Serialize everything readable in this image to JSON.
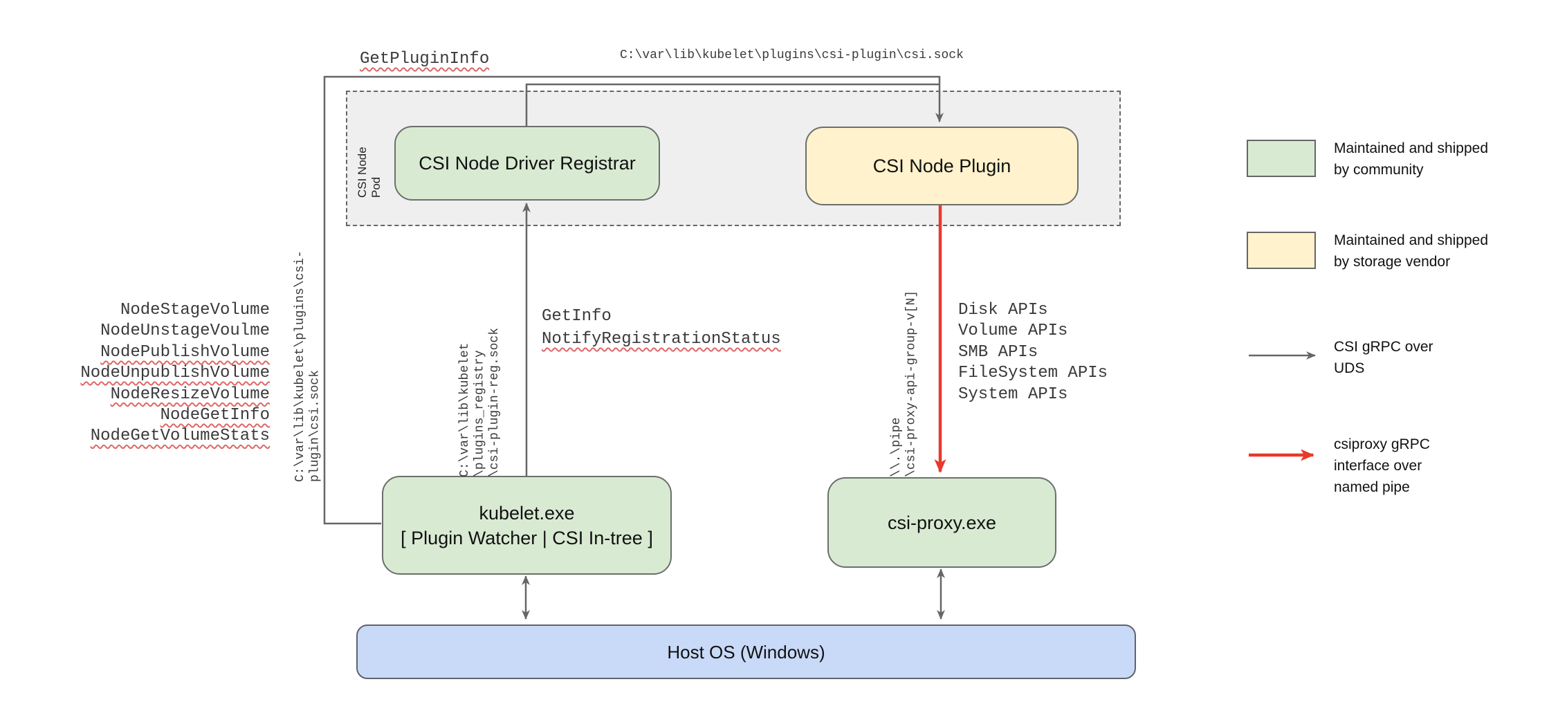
{
  "nodes": {
    "pod": "CSI Node Pod",
    "registrar": "CSI Node Driver Registrar",
    "plugin": "CSI Node Plugin",
    "kubelet": "kubelet.exe\n[ Plugin Watcher | CSI In-tree ]",
    "csi_proxy": "csi-proxy.exe",
    "host_os": "Host OS (Windows)"
  },
  "labels": {
    "get_plugin_info": "GetPluginInfo",
    "csi_sock_top": "C:\\var\\lib\\kubelet\\plugins\\csi-plugin\\csi.sock",
    "csi_sock_left": "C:\\var\\lib\\kubelet\\plugins\\csi-plugin\\csi.sock",
    "reg_sock": "C:\\var\\lib\\kubelet\n\\plugins_registry\n\\csi-plugin-reg.sock",
    "get_info": "GetInfo",
    "notify_registration_status": "NotifyRegistrationStatus",
    "named_pipe": "\\\\.\\pipe\n\\csi-proxy-api-group-v[N]",
    "proxy_apis": "Disk APIs\nVolume APIs\nSMB APIs\nFileSystem APIs\nSystem APIs"
  },
  "rpcs": [
    "NodeStageVolume",
    "NodeUnstageVoulme",
    "NodePublishVolume",
    "NodeUnpublishVolume",
    "NodeResizeVolume",
    "NodeGetInfo",
    "NodeGetVolumeStats"
  ],
  "legend": {
    "community": "Maintained and shipped\nby community",
    "vendor": "Maintained and shipped\nby storage vendor",
    "uds": "CSI gRPC over\nUDS",
    "pipe": "csiproxy gRPC\ninterface over\nnamed pipe"
  },
  "colors": {
    "community_fill": "#d9ead3",
    "vendor_fill": "#fff2cc",
    "host_fill": "#c9daf8",
    "pod_fill": "#efefef",
    "line_gray": "#666666",
    "pipe_red": "#e8392b",
    "squiggle_red": "#e06666"
  }
}
